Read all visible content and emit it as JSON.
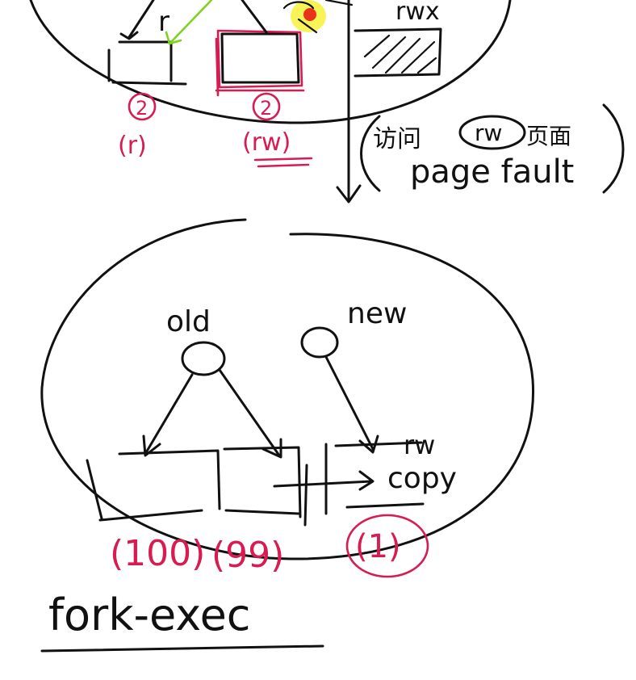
{
  "top_diagram": {
    "label_r": "r",
    "label_rwx": "rwx",
    "count_left": "2",
    "perm_left": "(r)",
    "count_mid": "2",
    "perm_mid": "(rw)",
    "note_prefix": "访问",
    "note_circled": "rw",
    "note_suffix": "页面",
    "note_line2": "page fault"
  },
  "bottom_diagram": {
    "label_old": "old",
    "label_new": "new",
    "label_rw": "rw",
    "label_copy": "copy",
    "count_left": "(100)",
    "count_mid": "(99)",
    "count_right": "(1)"
  },
  "footer": {
    "title": "fork-exec"
  },
  "colors": {
    "ink": "#111111",
    "annotation": "#d81b50",
    "highlight": "#f7f13a",
    "arrow_green": "#7ed321"
  }
}
